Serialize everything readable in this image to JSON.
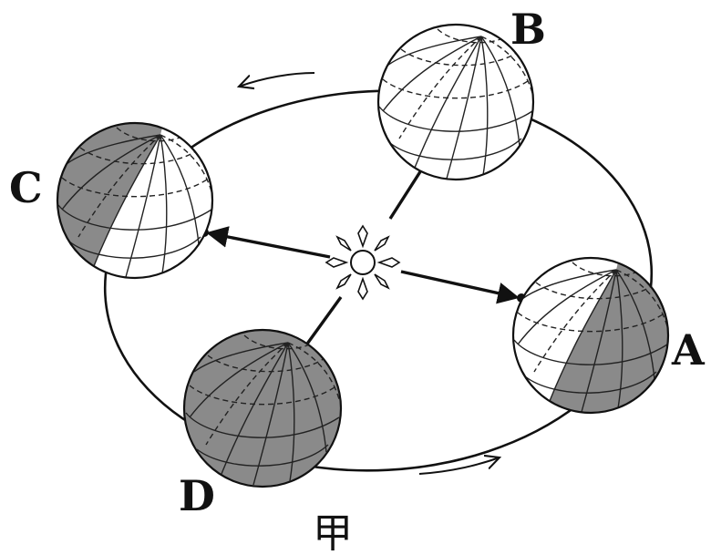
{
  "labels": {
    "A": "A",
    "B": "B",
    "C": "C",
    "D": "D"
  },
  "caption": "甲",
  "colors": {
    "night_shade": "#8a8a8a",
    "line": "#111111",
    "background": "#ffffff"
  },
  "icons": {
    "sun": "sun-icon",
    "orbit_direction": "arrow-icon"
  }
}
